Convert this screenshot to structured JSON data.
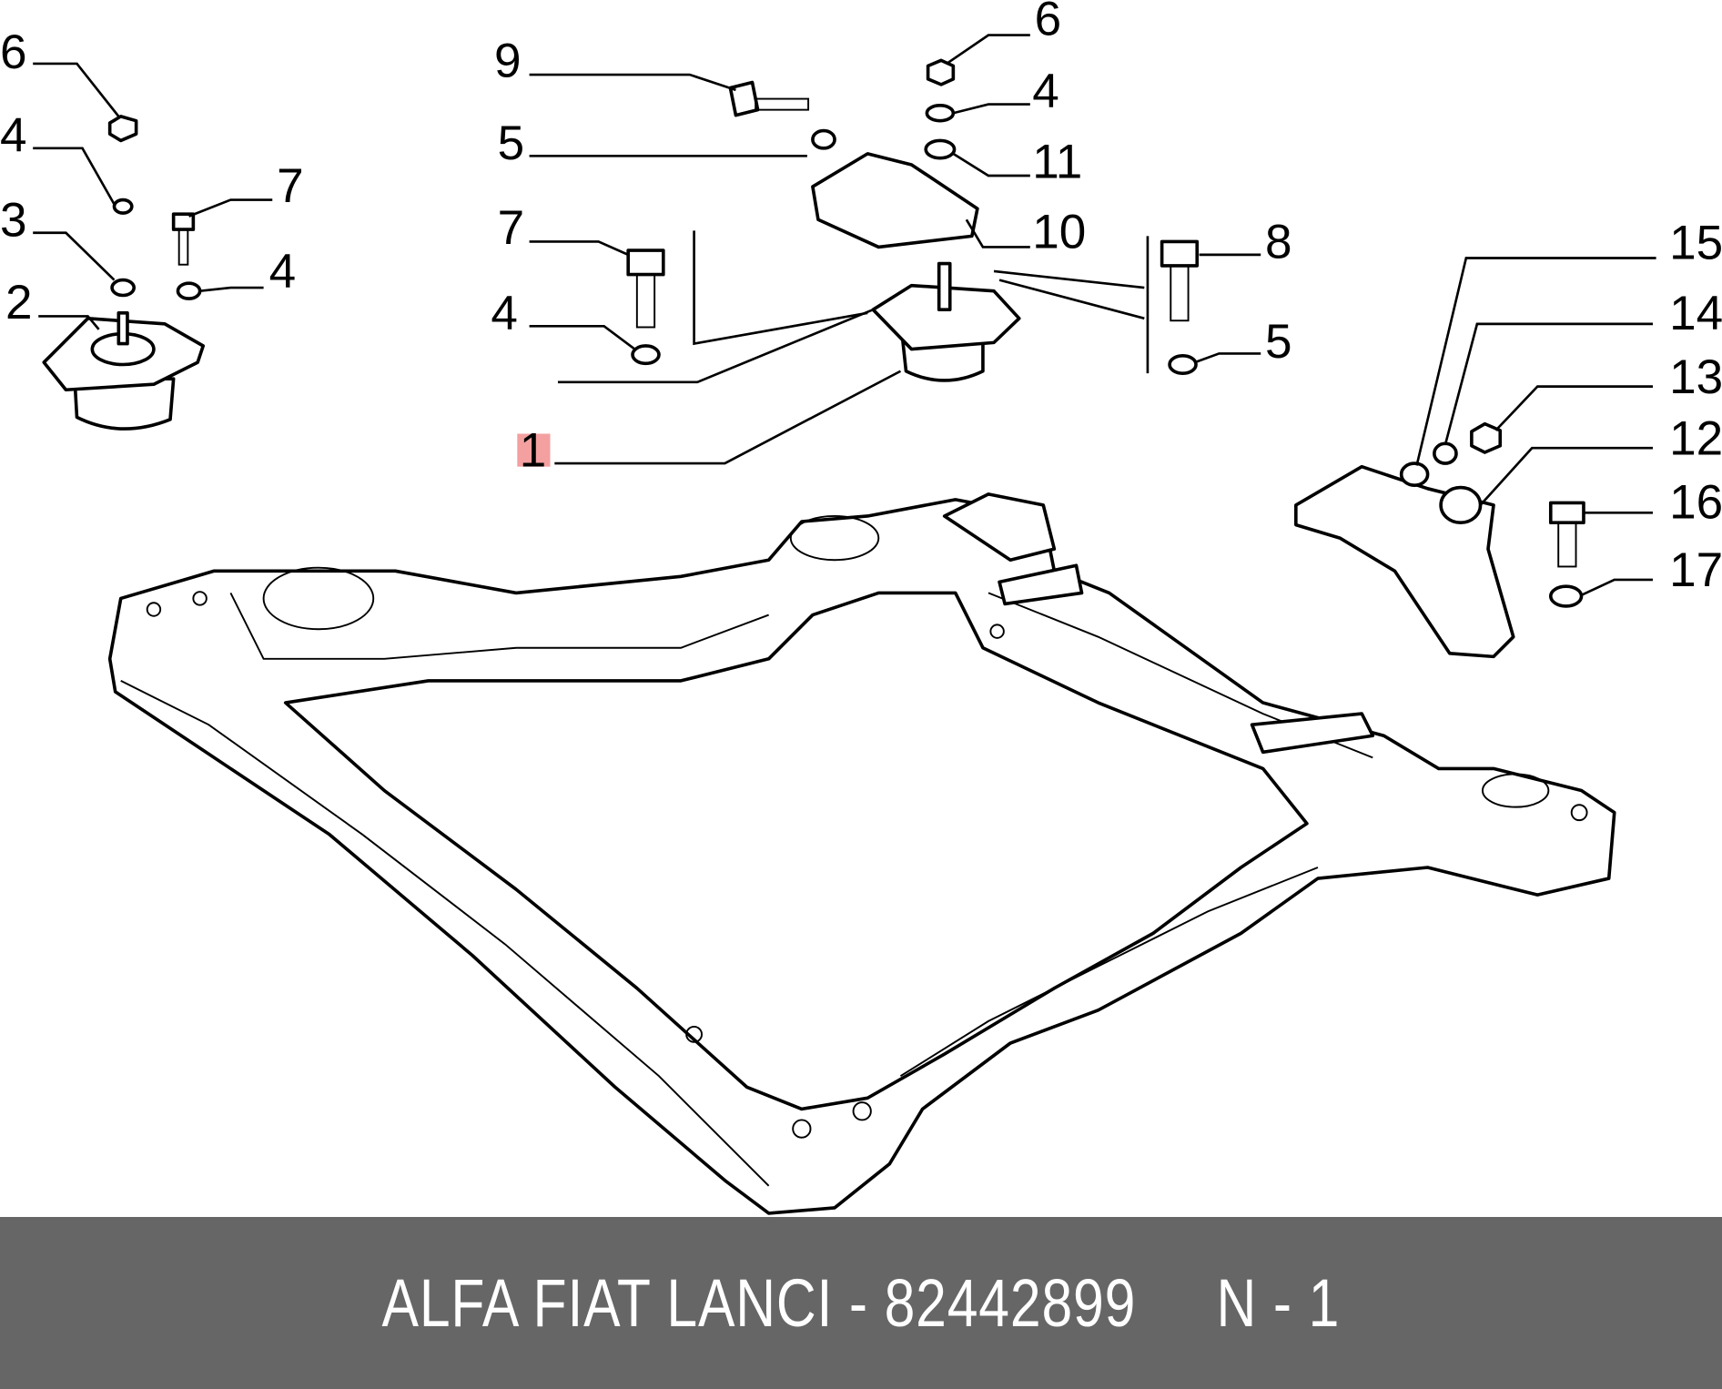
{
  "callouts": [
    "6",
    "4",
    "3",
    "7",
    "4",
    "2",
    "9",
    "5",
    "7",
    "4",
    "1",
    "6",
    "4",
    "11",
    "10",
    "8",
    "5",
    "15",
    "14",
    "13",
    "12",
    "16",
    "17"
  ],
  "highlight_color": "#f4a0a0",
  "banner": {
    "brand": "ALFA FIAT LANCI",
    "separator": "-",
    "part_number": "82442899",
    "ref": "N - 1",
    "background": "#666666"
  }
}
